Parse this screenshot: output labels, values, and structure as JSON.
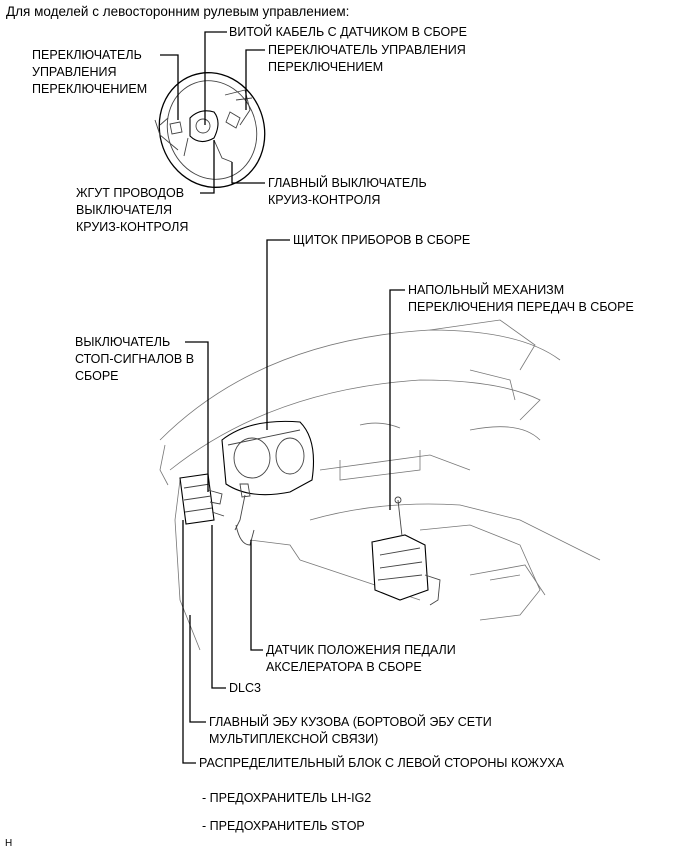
{
  "header": "Для моделей с левосторонним рулевым управлением:",
  "labels": {
    "spiral_cable": "ВИТОЙ КАБЕЛЬ С ДАТЧИКОМ В СБОРЕ",
    "shift_switch_left": "ПЕРЕКЛЮЧАТЕЛЬ\nУПРАВЛЕНИЯ\nПЕРЕКЛЮЧЕНИЕМ",
    "shift_switch_right": "ПЕРЕКЛЮЧАТЕЛЬ УПРАВЛЕНИЯ\nПЕРЕКЛЮЧЕНИЕМ",
    "cruise_harness": "ЖГУТ ПРОВОДОВ\nВЫКЛЮЧАТЕЛЯ\nКРУИЗ-КОНТРОЛЯ",
    "cruise_main_switch": "ГЛАВНЫЙ ВЫКЛЮЧАТЕЛЬ\nКРУИЗ-КОНТРОЛЯ",
    "combination_meter": "ЩИТОК ПРИБОРОВ В СБОРЕ",
    "floor_shift": "НАПОЛЬНЫЙ МЕХАНИЗМ\nПЕРЕКЛЮЧЕНИЯ ПЕРЕДАЧ В СБОРЕ",
    "stop_lamp_switch": "ВЫКЛЮЧАТЕЛЬ\nСТОП-СИГНАЛОВ В\nСБОРЕ",
    "accel_pedal_sensor": "ДАТЧИК ПОЛОЖЕНИЯ ПЕДАЛИ\nАКСЕЛЕРАТОРА В СБОРЕ",
    "dlc3": "DLC3",
    "main_body_ecu": "ГЛАВНЫЙ ЭБУ КУЗОВА (БОРТОВОЙ ЭБУ СЕТИ\nМУЛЬТИПЛЕКСНОЙ СВЯЗИ)",
    "junction_block": "РАСПРЕДЕЛИТЕЛЬНЫЙ БЛОК С ЛЕВОЙ СТОРОНЫ КОЖУХА"
  },
  "fuses": [
    "- ПРЕДОХРАНИТЕЛЬ LH-IG2",
    "- ПРЕДОХРАНИТЕЛЬ STOP"
  ],
  "footer_code": "H"
}
